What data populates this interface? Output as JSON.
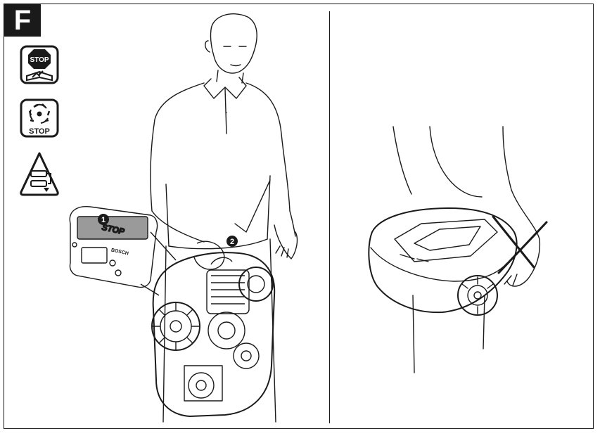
{
  "section": {
    "letter": "F"
  },
  "icons": {
    "stop_manual": {
      "label": "STOP"
    },
    "stop_blades": {
      "label": "STOP"
    }
  },
  "callouts": {
    "step1": "1",
    "step2": "2"
  },
  "panel": {
    "stop_label": "STOP",
    "brand": "BOSCH"
  },
  "colors": {
    "ink": "#1a1a1a",
    "paper": "#ffffff",
    "panel_gray": "#9a9a9a"
  }
}
